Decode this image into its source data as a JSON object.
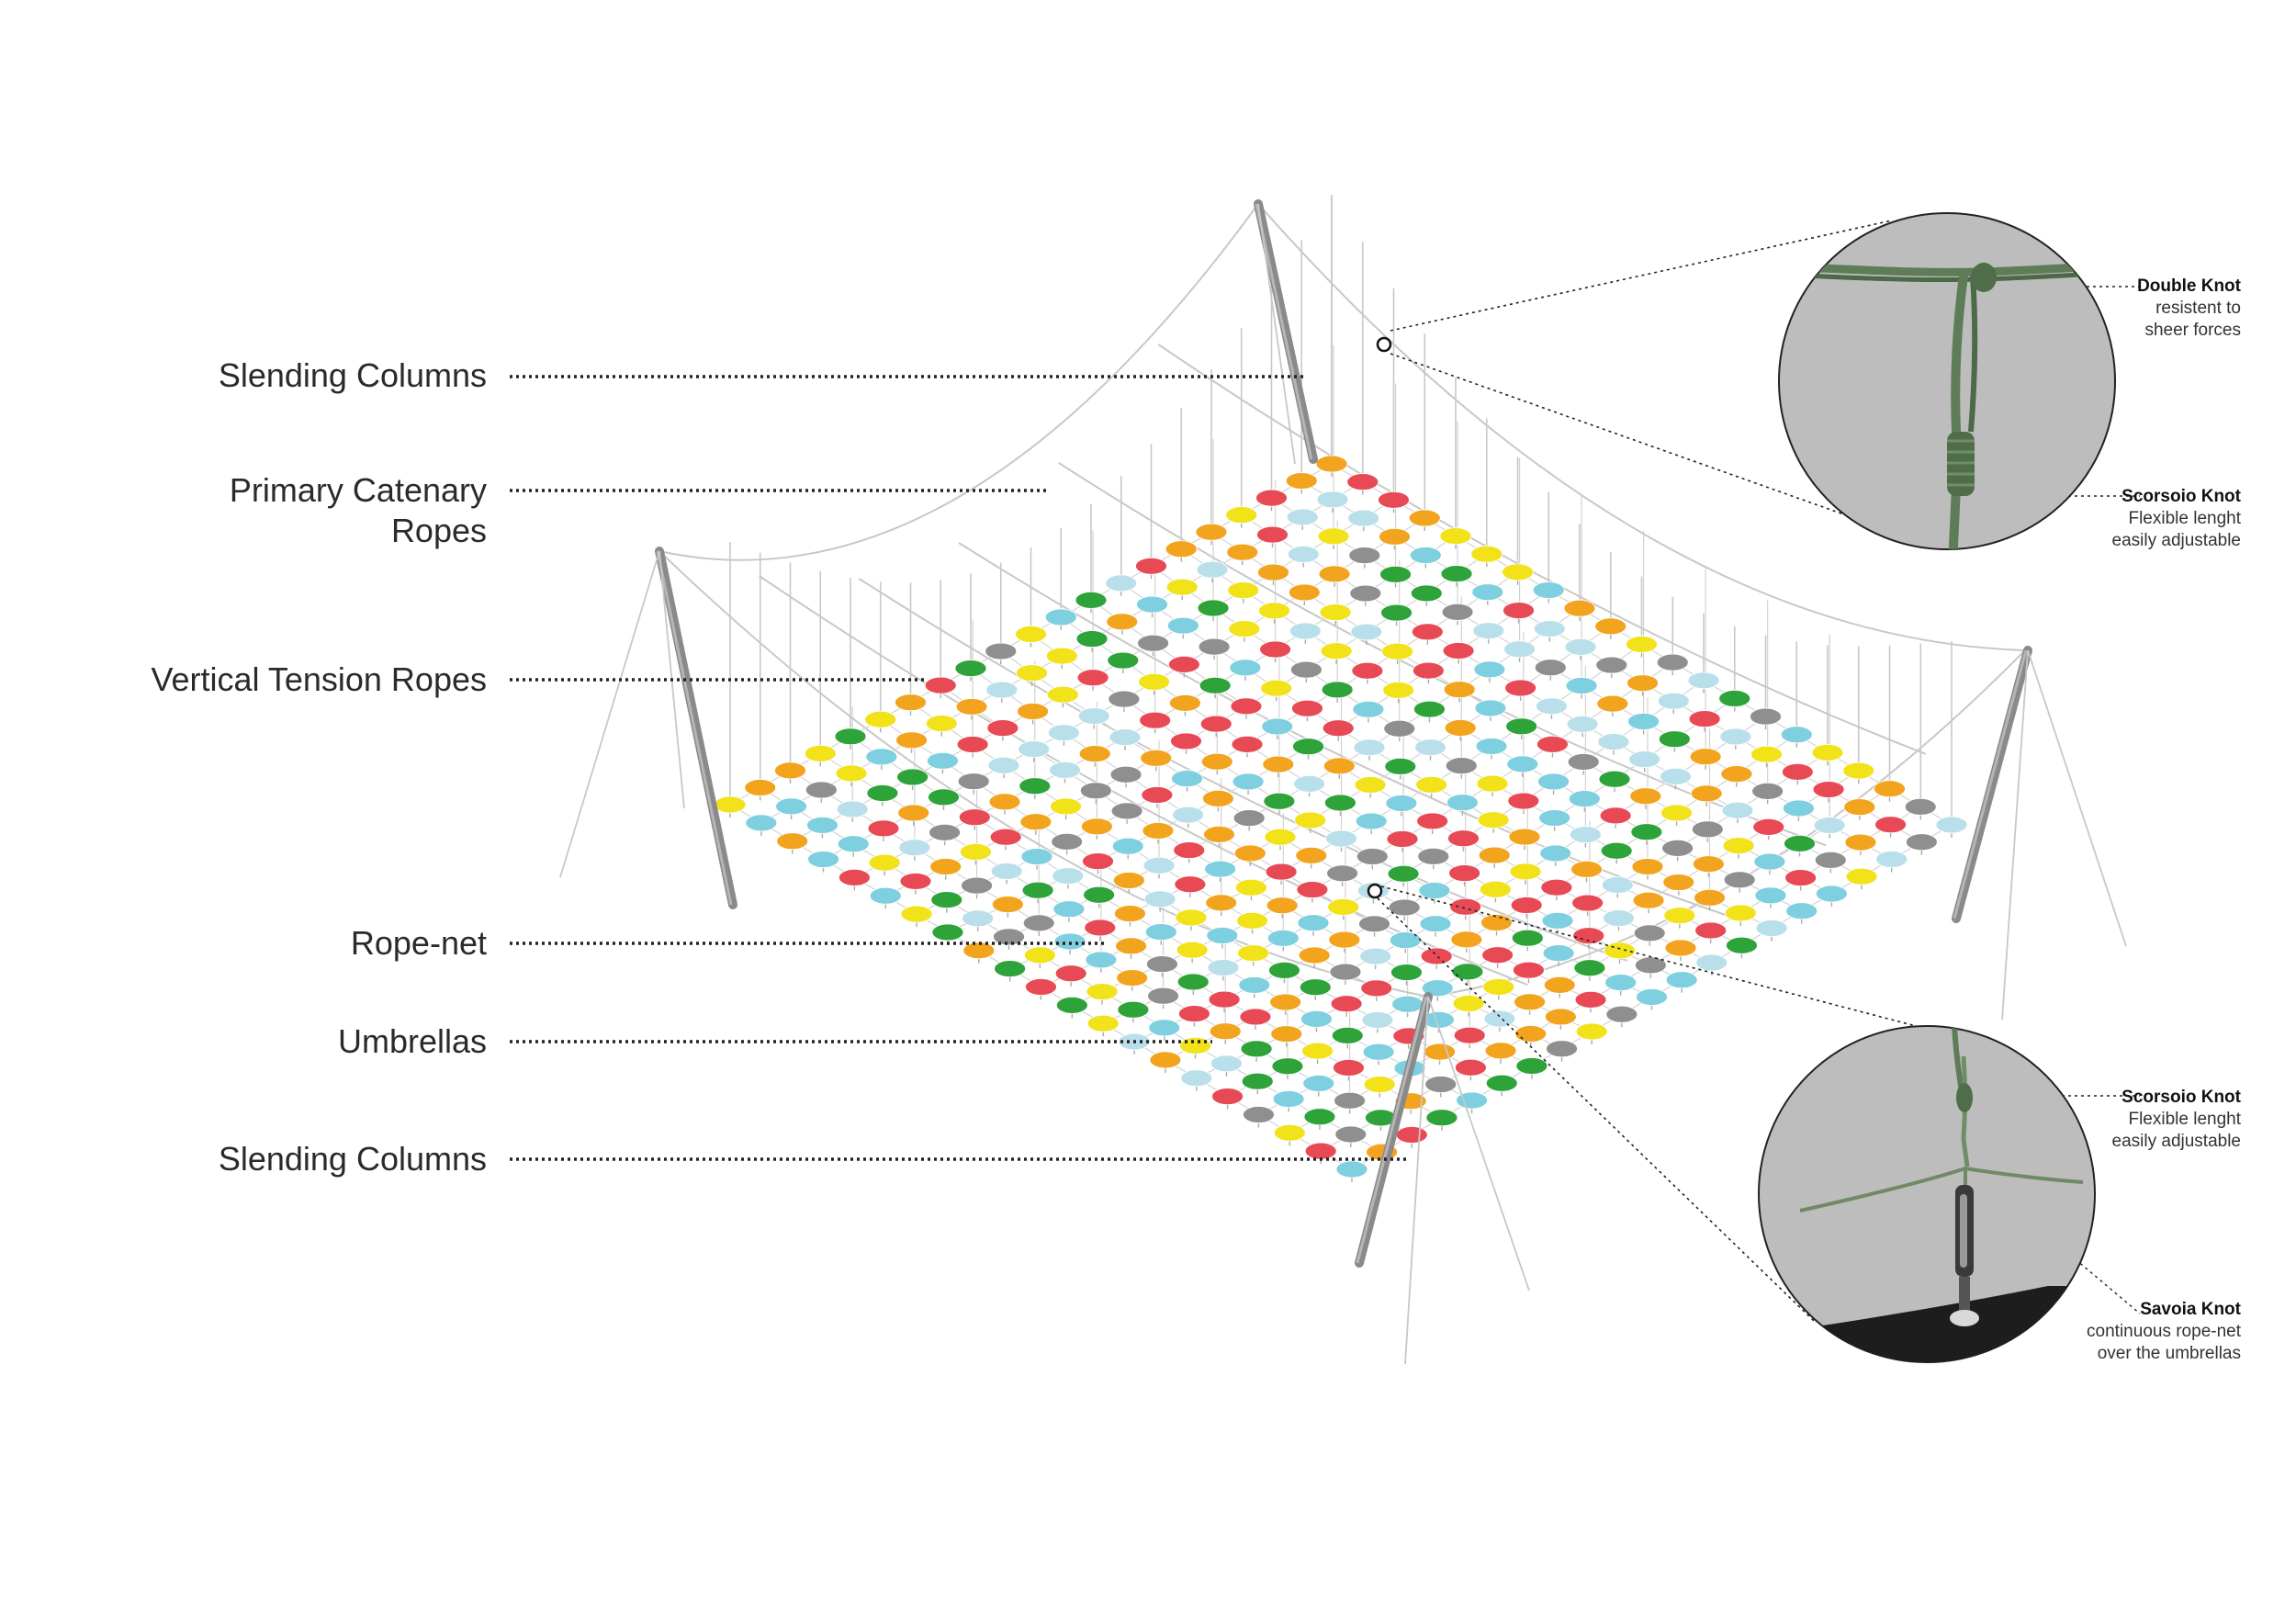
{
  "labels": {
    "slending_columns_top": "Slending Columns",
    "primary_catenary_line1": "Primary Catenary",
    "primary_catenary_line2": "Ropes",
    "vertical_tension_ropes": "Vertical Tension Ropes",
    "rope_net": "Rope-net",
    "umbrellas": "Umbrellas",
    "slending_columns_bottom": "Slending Columns"
  },
  "detail_top": {
    "double_knot_title": "Double Knot",
    "double_knot_line1": "resistent to",
    "double_knot_line2": "sheer forces",
    "scorsoio_title": "Scorsoio Knot",
    "scorsoio_line1": "Flexible lenght",
    "scorsoio_line2": "easily adjustable"
  },
  "detail_bottom": {
    "scorsoio_title": "Scorsoio Knot",
    "scorsoio_line1": "Flexible lenght",
    "scorsoio_line2": "easily adjustable",
    "savoia_title": "Savoia Knot",
    "savoia_line1": "continuous rope-net",
    "savoia_line2": "over the umbrellas"
  },
  "umbrella_palette": [
    "#e84a55",
    "#f2e21a",
    "#7ecfdf",
    "#f2a41f",
    "#2ea33a",
    "#8f8f8f",
    "#b9e0ea"
  ],
  "colors": {
    "rope": "#c8c8c8",
    "column": "#8a8a8a",
    "leader": "#222222",
    "detail_bg": "#bdbdbd",
    "knot_rope": "#5e7c58"
  }
}
